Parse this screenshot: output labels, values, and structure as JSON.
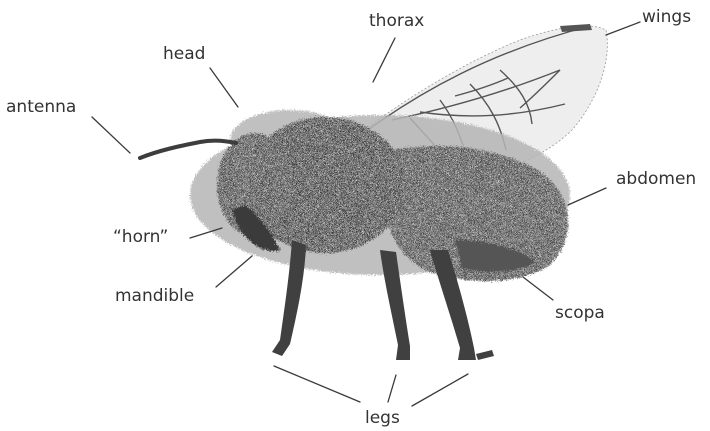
{
  "diagram": {
    "labels": {
      "thorax": "thorax",
      "wings": "wings",
      "head": "head",
      "antenna": "antenna",
      "abdomen": "abdomen",
      "horn": "“horn”",
      "mandible": "mandible",
      "scopa": "scopa",
      "legs": "legs"
    },
    "colors": {
      "body": "#4a4a4a",
      "body_dark": "#333333",
      "wing_vein": "#555555",
      "fuzz": "#b5b5b5",
      "text": "#333333",
      "line": "#3a3a3a"
    }
  }
}
